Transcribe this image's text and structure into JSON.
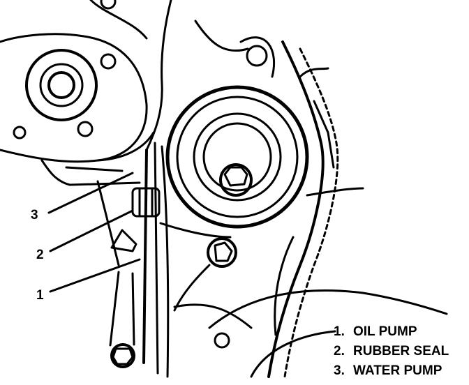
{
  "callouts": [
    {
      "label": "3",
      "target": "water pump"
    },
    {
      "label": "2",
      "target": "rubber seal"
    },
    {
      "label": "1",
      "target": "oil pump"
    }
  ],
  "legend": [
    {
      "number": "1.",
      "text": "OIL PUMP"
    },
    {
      "number": "2.",
      "text": "RUBBER SEAL"
    },
    {
      "number": "3.",
      "text": "WATER PUMP"
    }
  ]
}
